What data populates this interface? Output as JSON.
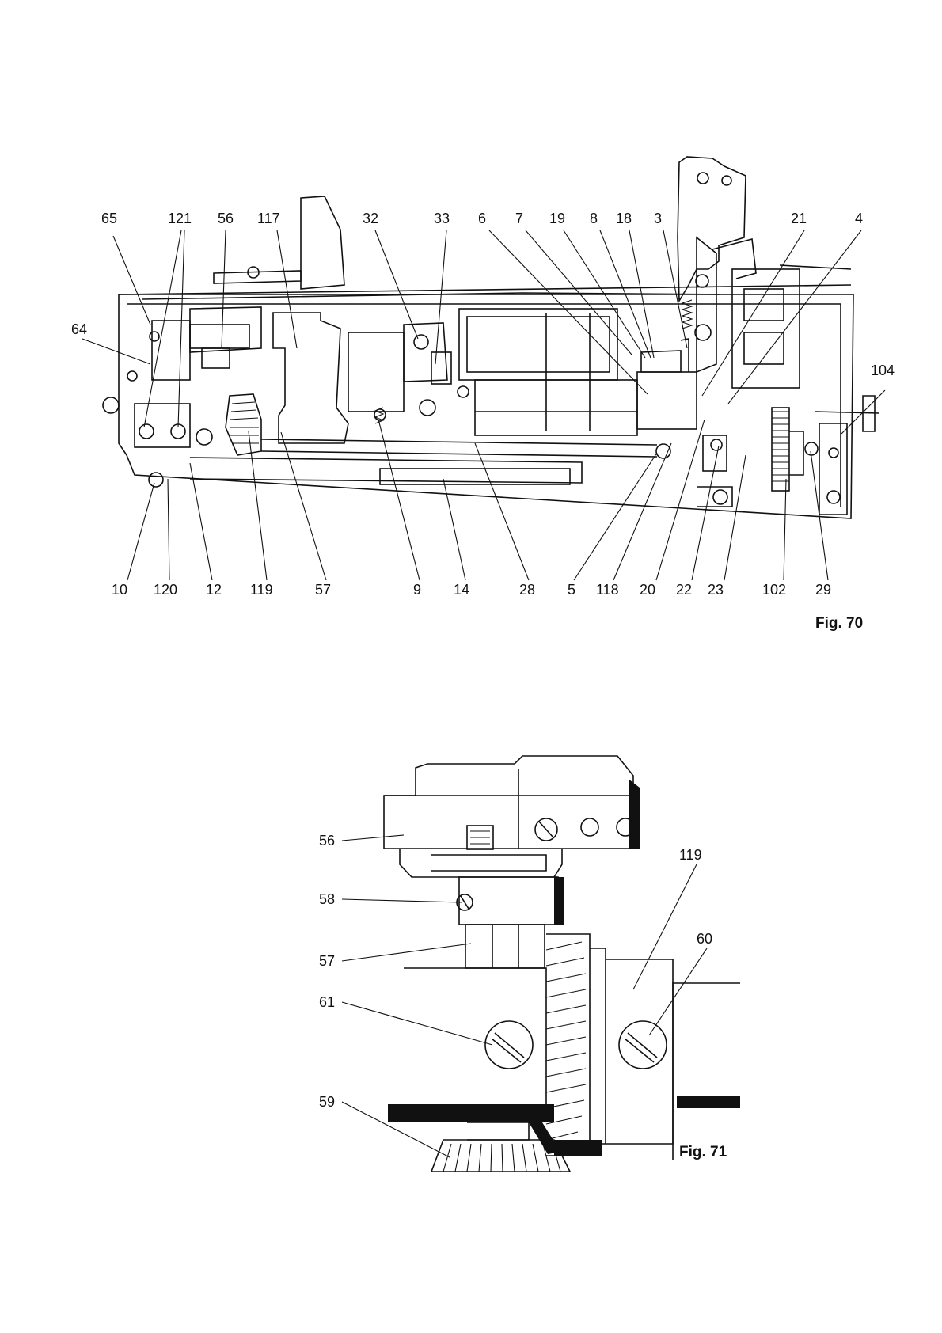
{
  "figures": [
    {
      "id": "fig70",
      "caption": "Fig. 70",
      "top_labels": [
        "65",
        "121",
        "56",
        "117",
        "32",
        "33",
        "6",
        "7",
        "19",
        "8",
        "18",
        "3",
        "21",
        "4",
        "104"
      ],
      "left_labels": [
        "64"
      ],
      "bottom_labels": [
        "10",
        "120",
        "12",
        "119",
        "57",
        "9",
        "14",
        "28",
        "5",
        "118",
        "20",
        "22",
        "23",
        "102",
        "29"
      ]
    },
    {
      "id": "fig71",
      "caption": "Fig. 71",
      "labels": [
        "56",
        "58",
        "57",
        "61",
        "59",
        "119",
        "60"
      ]
    }
  ]
}
